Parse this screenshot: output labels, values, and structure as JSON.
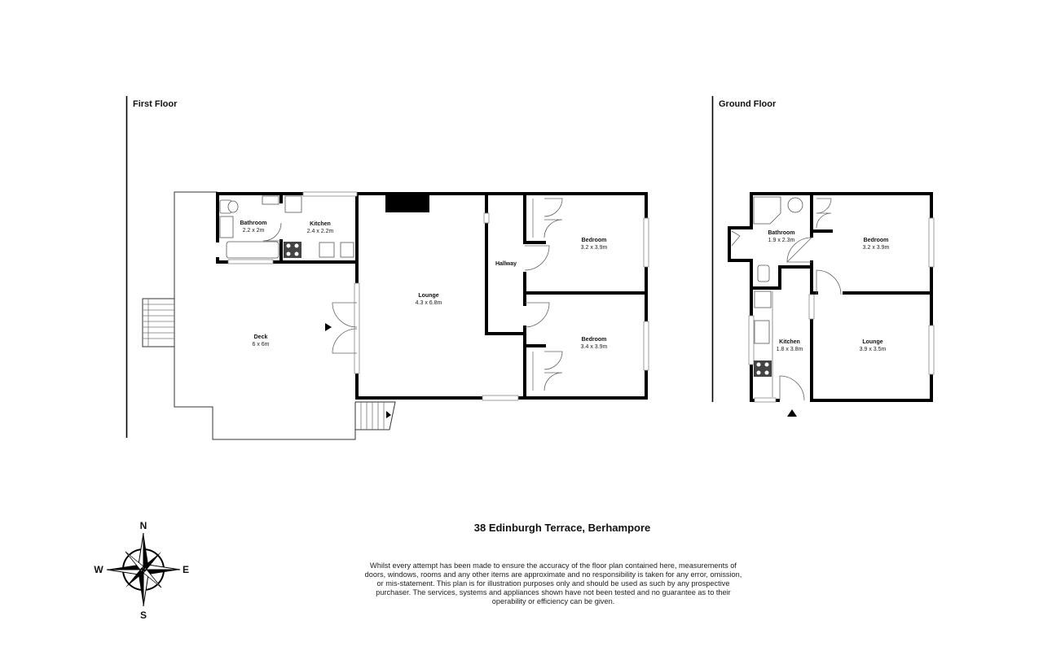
{
  "floors": {
    "first": {
      "title": "First Floor",
      "rooms": {
        "bathroom": {
          "name": "Bathroom",
          "dims": "2.2 x 2m"
        },
        "kitchen": {
          "name": "Kitchen",
          "dims": "2.4 x 2.2m"
        },
        "lounge": {
          "name": "Lounge",
          "dims": "4.3 x 6.8m"
        },
        "hallway": {
          "name": "Hallway"
        },
        "bedroom1": {
          "name": "Bedroom",
          "dims": "3.2 x 3.9m"
        },
        "bedroom2": {
          "name": "Bedroom",
          "dims": "3.4 x 3.9m"
        },
        "deck": {
          "name": "Deck",
          "dims": "6 x 6m"
        }
      }
    },
    "ground": {
      "title": "Ground Floor",
      "rooms": {
        "bathroom": {
          "name": "Bathroom",
          "dims": "1.9 x 2.3m"
        },
        "bedroom": {
          "name": "Bedroom",
          "dims": "3.2 x 3.9m"
        },
        "kitchen": {
          "name": "Kitchen",
          "dims": "1.8 x 3.8m"
        },
        "lounge": {
          "name": "Lounge",
          "dims": "3.9 x 3.5m"
        }
      }
    }
  },
  "address": "38 Edinburgh Terrace, Berhampore",
  "disclaimer": "Whilst every attempt has been made to ensure the accuracy of the floor plan contained here, measurements of doors, windows, rooms and any other items are approximate and no responsibility is taken for any error, omission, or mis-statement. This plan is for illustration purposes only and should be used as such by any prospective purchaser. The services, systems and appliances shown have not been tested and no guarantee as to their operability or efficiency can be given.",
  "compass": {
    "n": "N",
    "e": "E",
    "s": "S",
    "w": "W"
  },
  "colors": {
    "wall": "#000000",
    "background": "#ffffff"
  }
}
